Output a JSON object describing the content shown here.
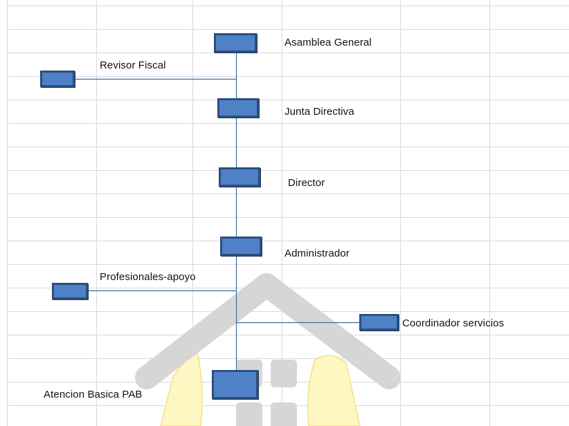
{
  "nodes": {
    "asamblea": {
      "label": "Asamblea General"
    },
    "revisor": {
      "label": "Revisor Fiscal"
    },
    "junta": {
      "label": "Junta Directiva"
    },
    "director": {
      "label": "Director"
    },
    "administrador": {
      "label": "Administrador"
    },
    "profesionales": {
      "label": "Profesionales-apoyo"
    },
    "coordinador": {
      "label": "Coordinador servicios"
    },
    "atencion": {
      "label": "Atencion Basica PAB"
    }
  },
  "colors": {
    "box_fill": "#4f81c7",
    "box_border": "#2c4f7c",
    "connector": "#3a6ea5",
    "gridline": "#d9d9d9",
    "watermark_gray": "#d6d6d6",
    "watermark_yellow": "#fff7c2"
  }
}
